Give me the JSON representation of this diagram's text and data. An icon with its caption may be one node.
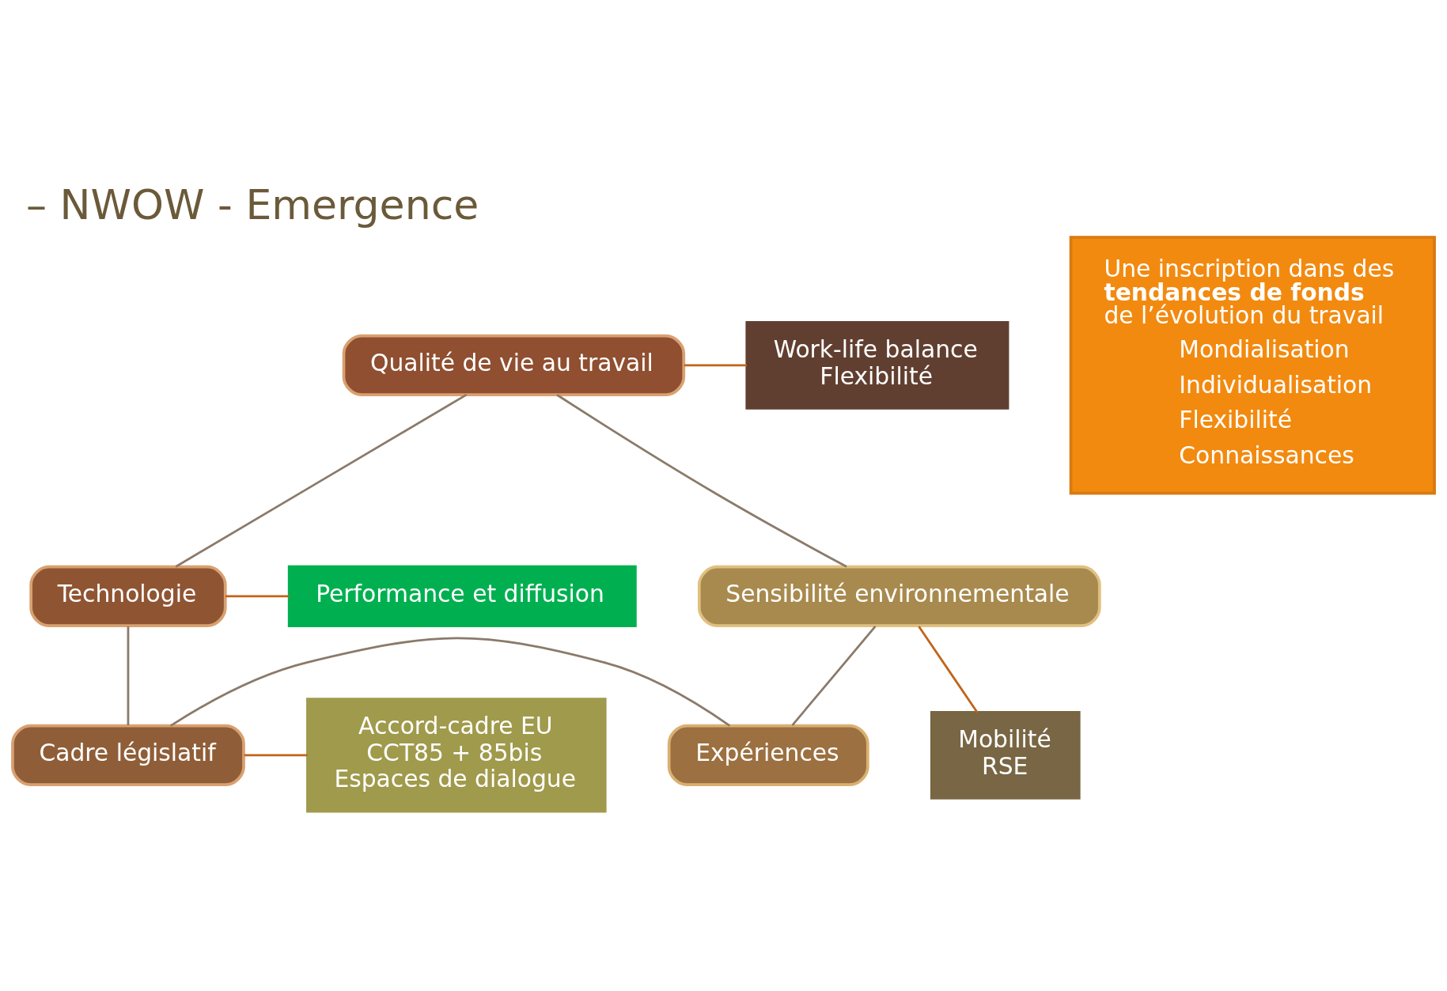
{
  "diagram": {
    "title": "– NWOW - Emergence",
    "nodes": [
      {
        "text": [
          "Qualité de vie au travail"
        ]
      },
      {
        "text": [
          "Technologie"
        ]
      },
      {
        "text": [
          "Cadre législatif"
        ]
      },
      {
        "text": [
          "Expériences"
        ]
      },
      {
        "text": [
          "Sensibilité environnementale"
        ]
      },
      {
        "text": [
          "Work-life balance",
          "Flexibilité"
        ]
      },
      {
        "text": [
          "Performance et diffusion"
        ]
      },
      {
        "text": [
          "Accord-cadre EU",
          "CCT85 + 85bis",
          "Espaces de dialogue"
        ]
      },
      {
        "text": [
          "Mobilité",
          "RSE"
        ]
      },
      {
        "text": [
          "Une inscription dans des **tendances de fonds** de l’évolution du travail",
          "Mondialisation",
          "Individualisation",
          "Flexibilité",
          "Connaissances"
        ]
      }
    ],
    "edges": [
      {
        "from": 0,
        "to": 1,
        "arrow": "none"
      },
      {
        "from": 1,
        "to": 2,
        "arrow": "none"
      },
      {
        "from": 2,
        "to": 3,
        "arrow": "none"
      },
      {
        "from": 3,
        "to": 4,
        "arrow": "none"
      },
      {
        "from": 4,
        "to": 0,
        "arrow": "none"
      },
      {
        "from": 0,
        "to": 5,
        "arrow": "none",
        "color": "#c0651a"
      },
      {
        "from": 1,
        "to": 6,
        "arrow": "none",
        "color": "#c0651a"
      },
      {
        "from": 2,
        "to": 7,
        "arrow": "none",
        "color": "#c0651a"
      },
      {
        "from": 4,
        "to": 8,
        "arrow": "none",
        "color": "#c0651a"
      }
    ]
  }
}
